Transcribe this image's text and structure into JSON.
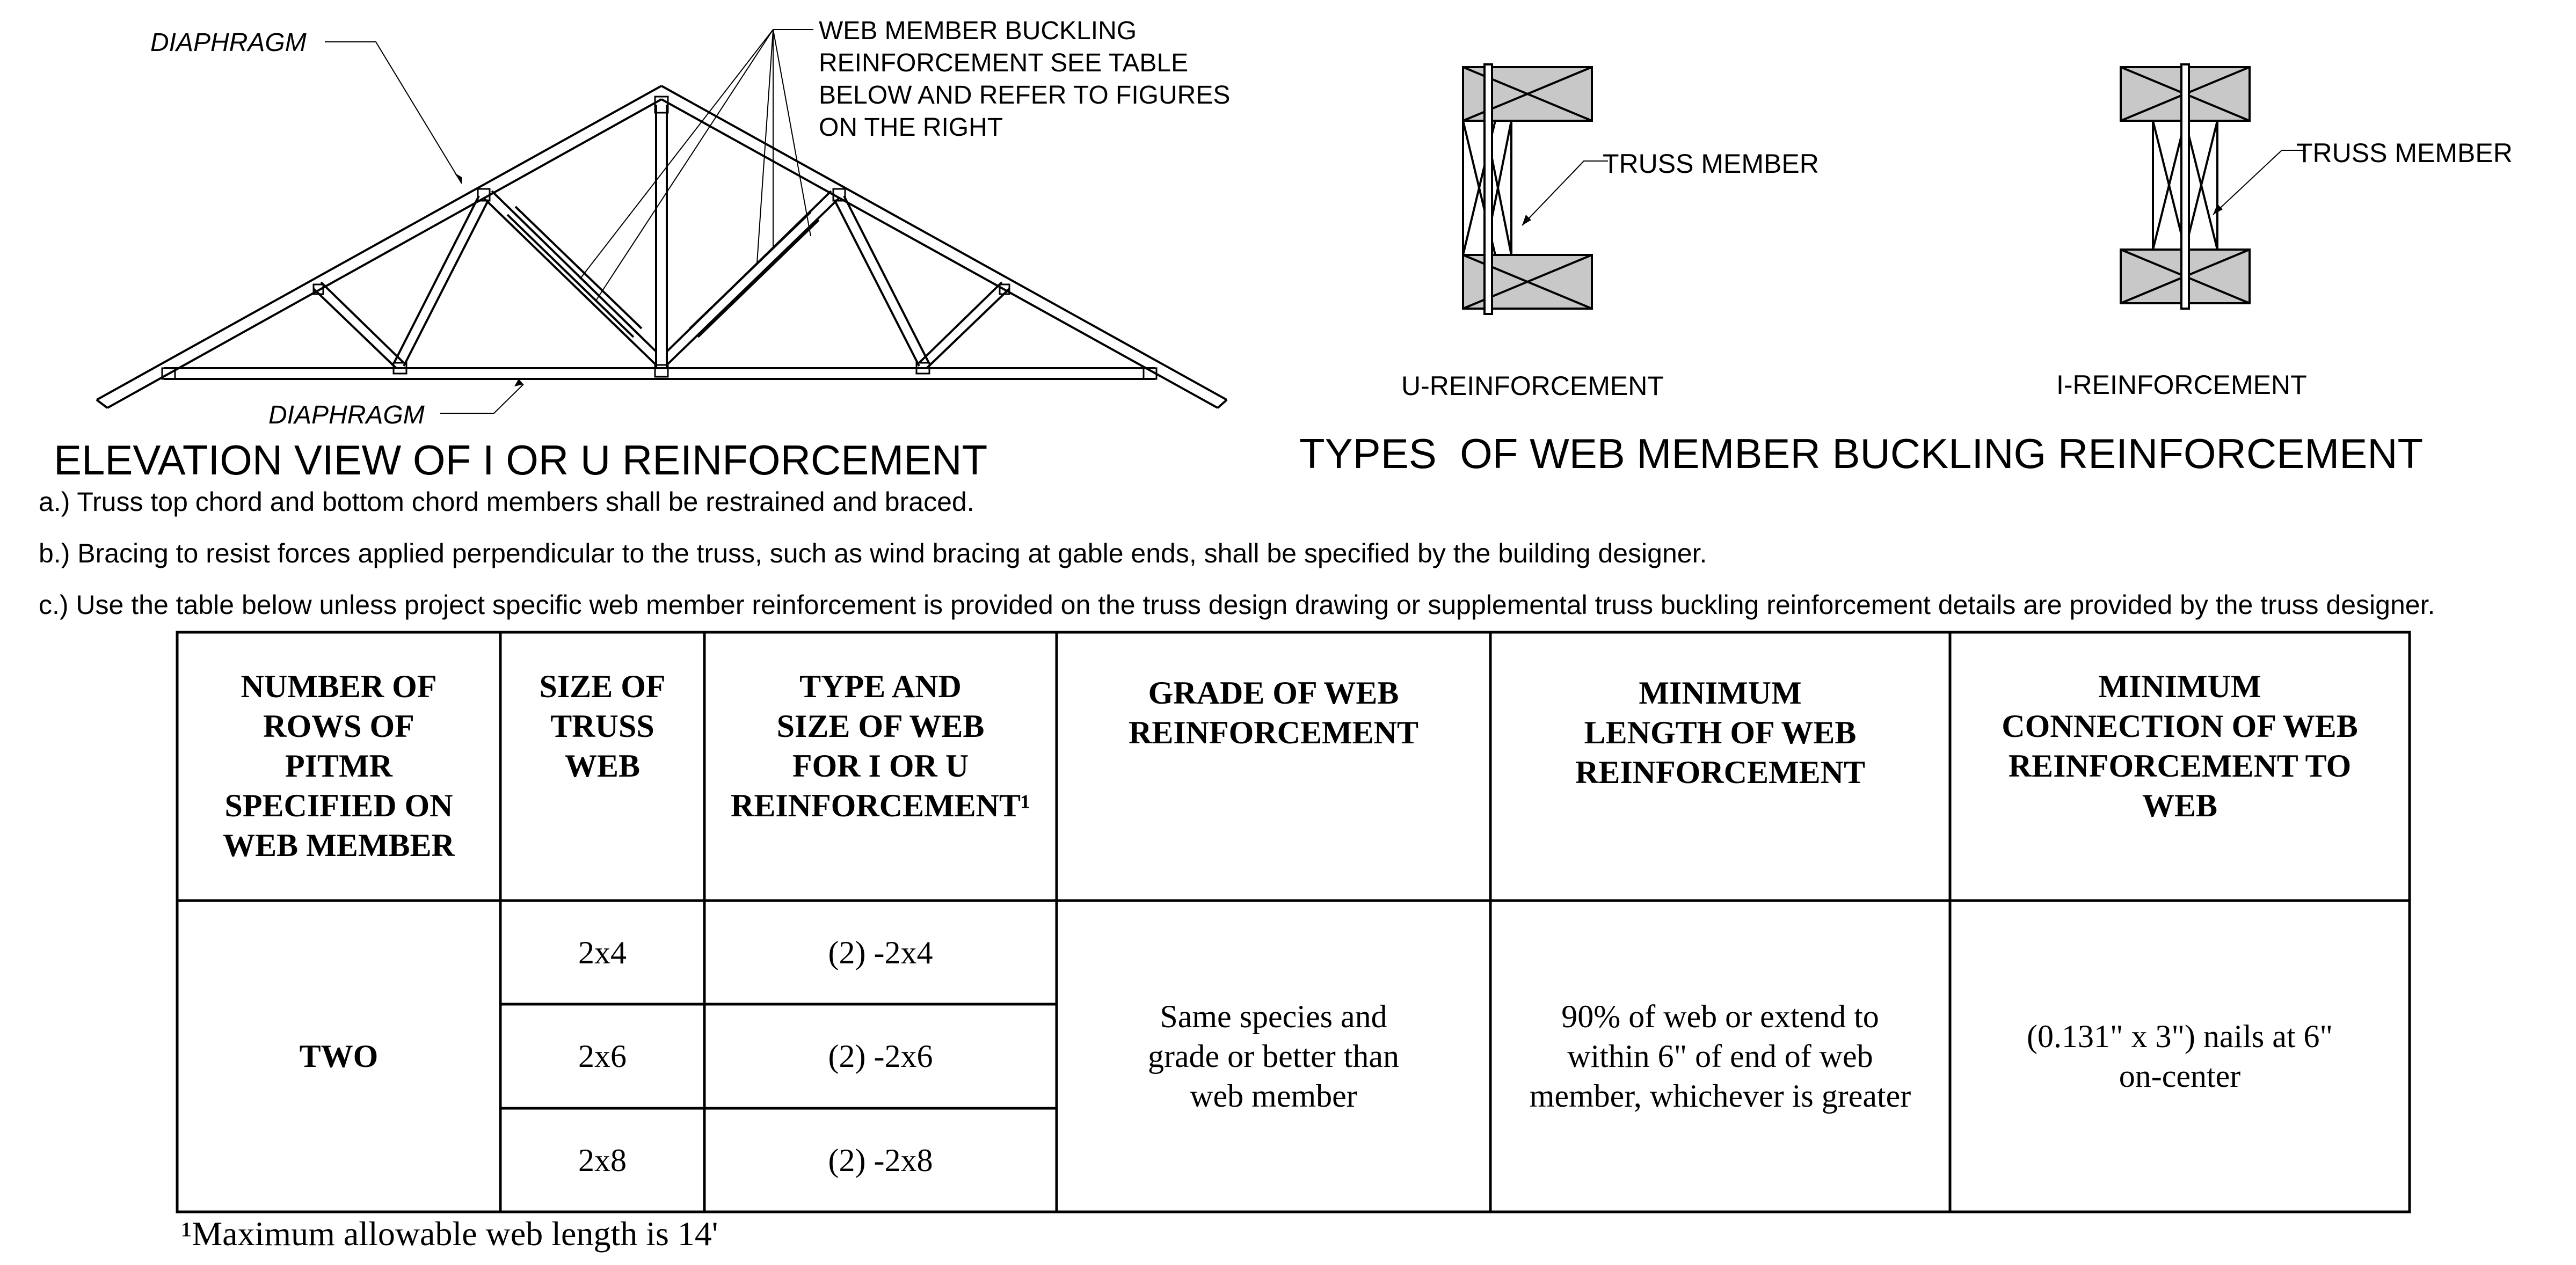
{
  "elevation": {
    "labels": {
      "diaphragm_top": "DIAPHRAGM",
      "diaphragm_bottom": "DIAPHRAGM",
      "web_callout": [
        "WEB MEMBER BUCKLING",
        "REINFORCEMENT SEE TABLE",
        "BELOW AND REFER TO FIGURES",
        "ON THE RIGHT"
      ]
    },
    "title": "ELEVATION VIEW OF I OR U REINFORCEMENT"
  },
  "types": {
    "u": {
      "label": "U-REINFORCEMENT",
      "callout": "TRUSS MEMBER"
    },
    "i": {
      "label": "I-REINFORCEMENT",
      "callout": "TRUSS MEMBER"
    },
    "title": "TYPES  OF WEB MEMBER BUCKLING REINFORCEMENT"
  },
  "notes": [
    "a.) Truss top chord and bottom chord members shall be restrained and braced.",
    "b.) Bracing to resist forces applied perpendicular to the truss, such as wind bracing at gable ends, shall be specified by the building designer.",
    "c.) Use the table below unless project specific web member reinforcement is provided on the truss design drawing or supplemental truss buckling reinforcement details are provided by the truss designer."
  ],
  "table": {
    "headers": [
      [
        "NUMBER OF",
        "ROWS OF",
        "PITMR",
        "SPECIFIED ON",
        "WEB MEMBER"
      ],
      [
        "SIZE OF",
        "TRUSS",
        "WEB"
      ],
      [
        "TYPE AND",
        "SIZE OF WEB",
        "FOR I OR U",
        "REINFORCEMENT¹"
      ],
      [
        "GRADE OF WEB",
        "REINFORCEMENT"
      ],
      [
        "MINIMUM",
        "LENGTH OF WEB",
        "REINFORCEMENT"
      ],
      [
        "MINIMUM",
        "CONNECTION OF WEB",
        "REINFORCEMENT TO",
        "WEB"
      ]
    ],
    "rows_label": "TWO",
    "sizes": [
      "2x4",
      "2x6",
      "2x8"
    ],
    "types": [
      "(2) -2x4",
      "(2) -2x6",
      "(2) -2x8"
    ],
    "grade": [
      "Same species and",
      "grade or better than",
      "web member"
    ],
    "length": [
      "90% of web or extend to",
      "within 6\" of end of web",
      "member, whichever is greater"
    ],
    "connection": [
      "(0.131\" x 3\") nails at 6\"",
      "on-center"
    ]
  },
  "footnote": "¹Maximum allowable web length is 14'"
}
